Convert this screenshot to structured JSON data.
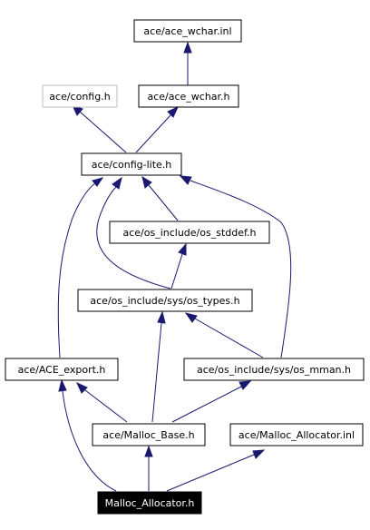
{
  "diagram": {
    "nodes": {
      "wchar_inl": "ace/ace_wchar.inl",
      "config": "ace/config.h",
      "wchar_h": "ace/ace_wchar.h",
      "config_lite": "ace/config-lite.h",
      "os_stddef": "ace/os_include/os_stddef.h",
      "os_types": "ace/os_include/sys/os_types.h",
      "ace_export": "ace/ACE_export.h",
      "os_mman": "ace/os_include/sys/os_mman.h",
      "malloc_base": "ace/Malloc_Base.h",
      "malloc_allocator_inl": "ace/Malloc_Allocator.inl",
      "root": "Malloc_Allocator.h"
    },
    "edges": [
      {
        "from": "wchar_h",
        "to": "wchar_inl"
      },
      {
        "from": "config_lite",
        "to": "config"
      },
      {
        "from": "config_lite",
        "to": "wchar_h"
      },
      {
        "from": "os_stddef",
        "to": "config_lite"
      },
      {
        "from": "os_types",
        "to": "config_lite"
      },
      {
        "from": "os_types",
        "to": "os_stddef"
      },
      {
        "from": "ace_export",
        "to": "config_lite"
      },
      {
        "from": "os_mman",
        "to": "config_lite"
      },
      {
        "from": "os_mman",
        "to": "os_types"
      },
      {
        "from": "malloc_base",
        "to": "ace_export"
      },
      {
        "from": "malloc_base",
        "to": "os_types"
      },
      {
        "from": "malloc_base",
        "to": "os_mman"
      },
      {
        "from": "root",
        "to": "ace_export"
      },
      {
        "from": "root",
        "to": "malloc_base"
      },
      {
        "from": "root",
        "to": "malloc_allocator_inl"
      }
    ]
  }
}
